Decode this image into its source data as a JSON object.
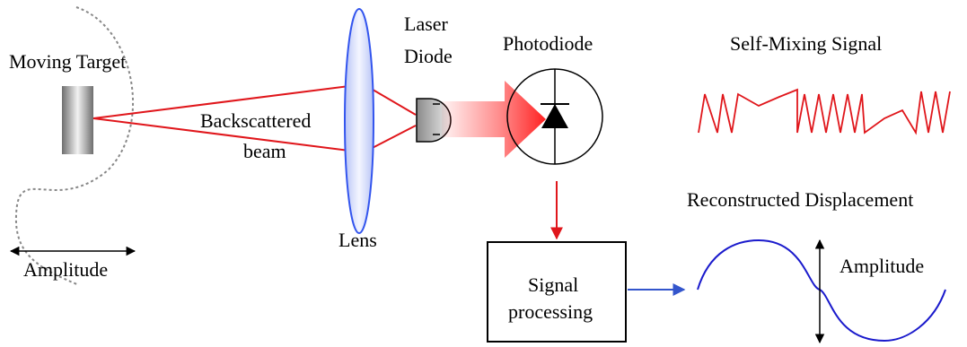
{
  "labels": {
    "moving_target": "Moving Target",
    "amplitude_left": "Amplitude",
    "lens": "Lens",
    "laser_line1": "Laser",
    "laser_line2": "Diode",
    "photodiode": "Photodiode",
    "backscattered_line1": "Backscattered",
    "backscattered_line2": "beam",
    "self_mixing_signal": "Self-Mixing Signal",
    "reconstructed_displacement": "Reconstructed Displacement",
    "signal_processing_line1": "Signal",
    "signal_processing_line2": "processing",
    "amplitude_right": "Amplitude"
  },
  "colors": {
    "beam": "#e0161b",
    "lens_edge": "#3355ee",
    "displacement_wave": "#1a1acc",
    "processing_arrow": "#3355cc"
  }
}
